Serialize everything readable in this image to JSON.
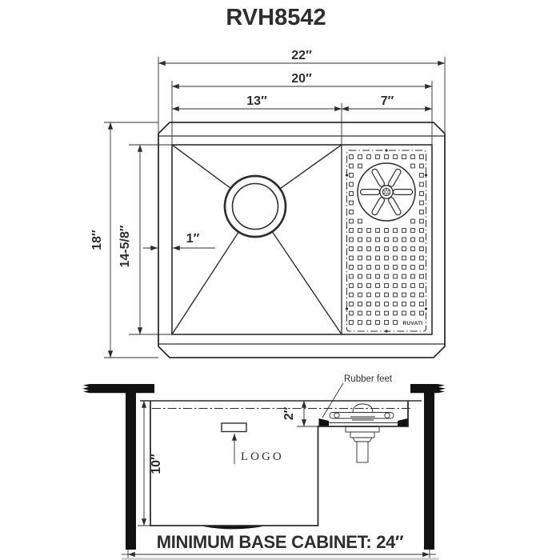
{
  "page": {
    "title": "RVH8542"
  },
  "top_view": {
    "dim_overall_width": "22″",
    "dim_inner_width": "20″",
    "dim_bowl_width": "13″",
    "dim_rack_width": "7″",
    "dim_overall_depth": "18″",
    "dim_inner_depth": "14-5/8″",
    "dim_rim": "1″",
    "rack_brand": "RUVATI"
  },
  "section_view": {
    "dim_bowl_depth": "10″",
    "dim_rack_depth": "2″",
    "label_rubber_feet": "Rubber feet",
    "label_logo": "LOGO",
    "label_min_cabinet": "MINIMUM BASE CABINET: 24″"
  },
  "colors": {
    "line": "#2e2e2e",
    "fill_solid": "#111111",
    "background": "#ffffff"
  }
}
